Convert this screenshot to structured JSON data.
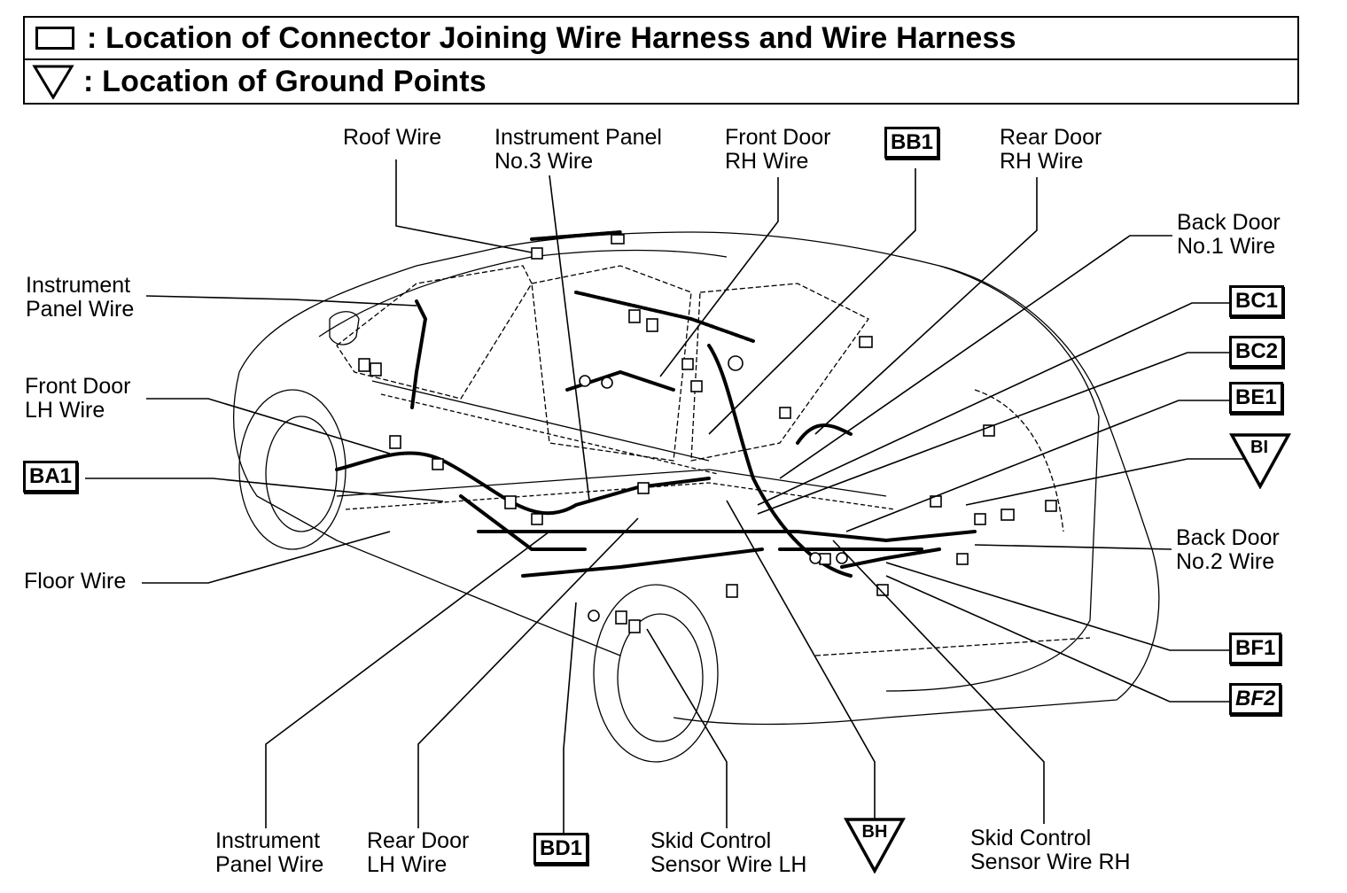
{
  "legend": {
    "connector_text": ": Location of Connector Joining Wire Harness and Wire Harness",
    "ground_text": ": Location of Ground Points",
    "connector_symbol": "rectangle",
    "ground_symbol": "down-triangle"
  },
  "wire_labels": {
    "roof": [
      "Roof Wire"
    ],
    "ip_no3": [
      "Instrument Panel",
      "No.3 Wire"
    ],
    "front_door_rh": [
      "Front Door",
      "RH Wire"
    ],
    "rear_door_rh": [
      "Rear Door",
      "RH Wire"
    ],
    "back_door_no1": [
      "Back Door",
      "No.1 Wire"
    ],
    "ip_wire_left": [
      "Instrument",
      "Panel Wire"
    ],
    "front_door_lh": [
      "Front Door",
      "LH Wire"
    ],
    "floor": [
      "Floor Wire"
    ],
    "back_door_no2": [
      "Back Door",
      "No.2 Wire"
    ],
    "ip_wire_bottom": [
      "Instrument",
      "Panel Wire"
    ],
    "rear_door_lh": [
      "Rear Door",
      "LH Wire"
    ],
    "skid_lh": [
      "Skid Control",
      "Sensor Wire LH"
    ],
    "skid_rh": [
      "Skid Control",
      "Sensor Wire RH"
    ]
  },
  "connectors": {
    "bb1": "BB1",
    "bc1": "BC1",
    "bc2": "BC2",
    "be1": "BE1",
    "ba1": "BA1",
    "bf1": "BF1",
    "bf2": "BF2",
    "bd1": "BD1"
  },
  "ground_points": {
    "bi": "BI",
    "bh": "BH"
  }
}
